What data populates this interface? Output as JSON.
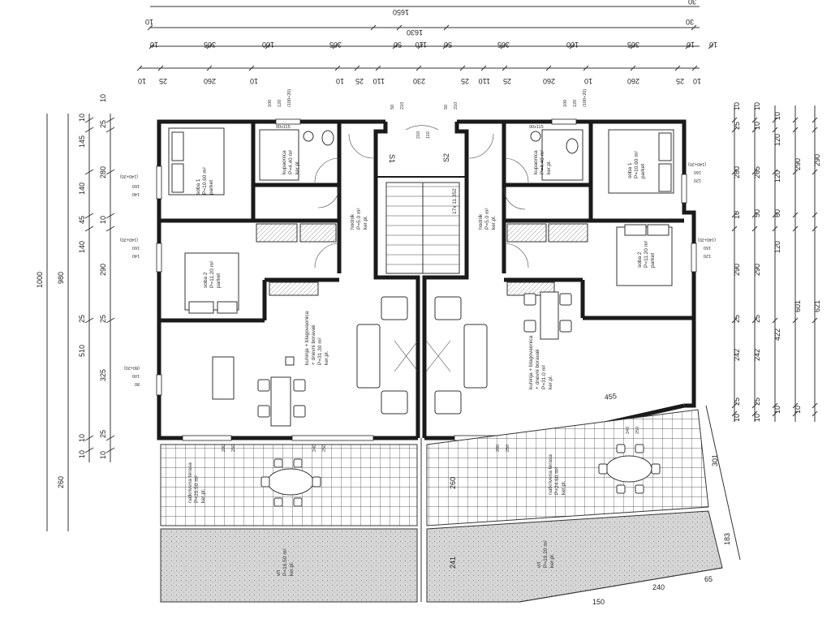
{
  "top_dims": {
    "row1": [
      "1650",
      "30"
    ],
    "row2": [
      "1630",
      "30",
      "10"
    ],
    "row3": [
      "10",
      "305",
      "100",
      "305",
      "50",
      "110",
      "50",
      "305",
      "100",
      "305",
      "10",
      "10"
    ],
    "row4": [
      "10",
      "25",
      "260",
      "10",
      "10",
      "25",
      "110",
      "230",
      "25",
      "110",
      "25",
      "260",
      "10",
      "260",
      "25",
      "10"
    ]
  },
  "left_dims": {
    "outer": [
      "1000"
    ],
    "col2": [
      "980",
      "260"
    ],
    "col3": [
      "10",
      "145",
      "140",
      "45",
      "140",
      "25",
      "510",
      "10",
      "10"
    ],
    "col4": [
      "10",
      "25",
      "280",
      "10",
      "290",
      "25",
      "325",
      "25",
      "10"
    ]
  },
  "right_dims": {
    "col1": [
      "10",
      "25",
      "280",
      "10",
      "290",
      "25",
      "242",
      "25",
      "10"
    ],
    "col2": [
      "10",
      "10",
      "265",
      "50",
      "290",
      "25",
      "242",
      "25",
      "10"
    ],
    "col3": [
      "10",
      "120",
      "120",
      "60",
      "120",
      "422",
      "10"
    ],
    "col4": [
      "290",
      "601",
      "10"
    ],
    "col5": [
      "290",
      "621"
    ],
    "misc": [
      "301",
      "183"
    ]
  },
  "interior_dims": {
    "top_left_window": [
      "100",
      "120",
      "(100+20)"
    ],
    "top_right_window": [
      "100",
      "120",
      "(100+20)"
    ],
    "stair_top": [
      "50",
      "210",
      "210",
      "110",
      "50",
      "210"
    ],
    "left_win_a": [
      "(140+20)",
      "160",
      "140"
    ],
    "left_win_b": [
      "(140+20)",
      "160",
      "140"
    ],
    "left_win_c": [
      "(80+20)",
      "100",
      "80"
    ],
    "right_win_a": [
      "(140+20)",
      "160",
      "120"
    ],
    "right_win_b": [
      "(140+20)",
      "160",
      "120"
    ],
    "angled": "455",
    "terrace_left": [
      "200",
      "250",
      "240",
      "250"
    ],
    "terrace_right": [
      "200",
      "250",
      "240",
      "250"
    ],
    "terrace_height": "260",
    "garden_height": "241",
    "bottom": [
      "150",
      "240",
      "65"
    ]
  },
  "stairs": {
    "label": "17x 11.352",
    "s1": "S1",
    "s2": "S2"
  },
  "rooms": {
    "soba1_left": [
      "soba 1",
      "P=10.60 m²",
      "parket"
    ],
    "soba2_left": [
      "soba 2",
      "P=11.20 m²",
      "parket"
    ],
    "kupaonica_left": [
      "kupaonica",
      "P=4.40 m²",
      "ker.pl."
    ],
    "hodnik_left": [
      "hodnik",
      "P=5.0 m²",
      "ker.pl."
    ],
    "kuhinja_left": [
      "kuhinja + blagovaonica",
      "+ dnevni boravak",
      "P=31.30 m²",
      "ker.pl."
    ],
    "terasa_left": [
      "natkrivena terasa",
      "P=20.50 m²",
      "ker.pl."
    ],
    "vrt_left": [
      "vrt",
      "P=16.50 m²",
      "ker.pl."
    ],
    "soba1_right": [
      "soba 1",
      "P=10.60 m²",
      "parket"
    ],
    "soba2_right": [
      "soba 2",
      "P=11.20 m²",
      "parket"
    ],
    "kupaonica_right": [
      "kupaonica",
      "P=4.40 m²",
      "ker.pl."
    ],
    "hodnik_right": [
      "hodnik",
      "P=5.0 m²",
      "ker.pl."
    ],
    "kuhinja_right": [
      "kuhinja + blagovaonica",
      "+ dnevni boravak",
      "P=31.0 m²",
      "ker.pl."
    ],
    "terasa_right": [
      "natkrivena terasa",
      "P=24.60 m²",
      "ker.pl."
    ],
    "vrt_right": [
      "vrt",
      "P=19.20 m²",
      "ker.pl."
    ]
  },
  "small_labels": {
    "wc_left": "90x115",
    "wc_right": "90x115"
  }
}
